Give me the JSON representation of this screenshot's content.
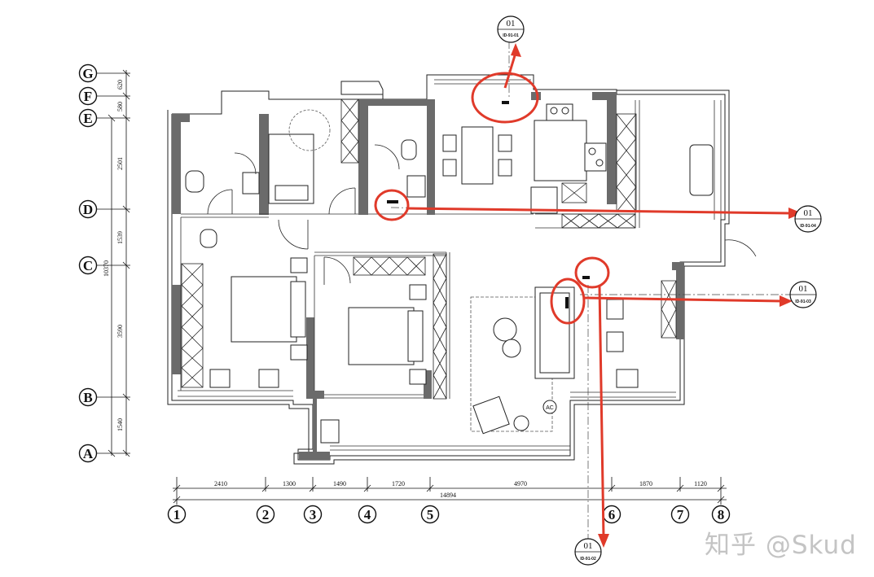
{
  "row_axes": [
    "G",
    "F",
    "E",
    "D",
    "C",
    "B",
    "A"
  ],
  "column_axes": [
    "1",
    "2",
    "3",
    "4",
    "5",
    "6",
    "7",
    "8"
  ],
  "vertical_dimensions": [
    "620",
    "580",
    "2501",
    "1539",
    "10370",
    "3590",
    "1540"
  ],
  "horizontal_dimensions": [
    "2410",
    "1300",
    "1490",
    "1720",
    "4970",
    "1870",
    "1120"
  ],
  "overall_width": "14894",
  "elevation_markers": [
    {
      "number": "01",
      "code": "ID-91-01"
    },
    {
      "number": "01",
      "code": "ID-91-04"
    },
    {
      "number": "01",
      "code": "ID-91-03"
    },
    {
      "number": "01",
      "code": "ID-91-02"
    }
  ],
  "ac_label": "AC",
  "watermark": "知乎 @Skud",
  "colors": {
    "walls": "#6b6b6b",
    "callout_red": "#e03a2a",
    "lines": "#222222"
  }
}
